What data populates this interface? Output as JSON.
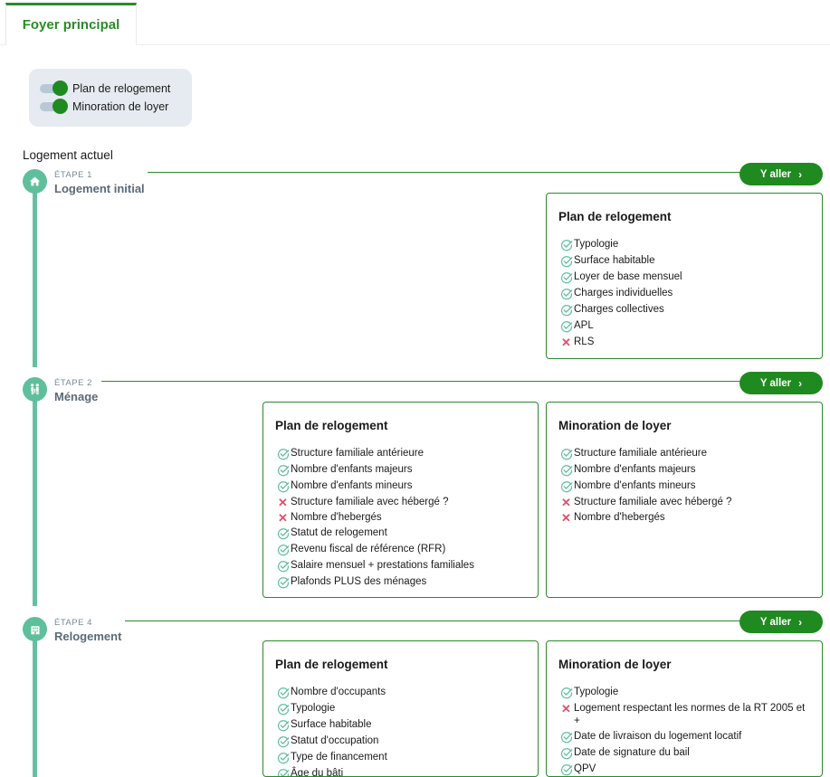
{
  "tabs": [
    {
      "label": "Foyer principal"
    }
  ],
  "toggles": [
    {
      "label": "Plan de relogement",
      "on": true
    },
    {
      "label": "Minoration de loyer",
      "on": true
    }
  ],
  "section_title": "Logement actuel",
  "goto_label": "Y aller",
  "colors": {
    "accent": "#1f8a1f",
    "timeline": "#5fbf9c",
    "cross": "#e0506a",
    "panel": "#e5ebf0"
  },
  "steps": [
    {
      "label": "ÉTAPE 1",
      "name": "Logement initial",
      "icon": "home-icon",
      "cards": [
        {
          "title": "Plan de relogement",
          "items": [
            {
              "text": "Typologie",
              "ok": true
            },
            {
              "text": "Surface habitable",
              "ok": true
            },
            {
              "text": "Loyer de base mensuel",
              "ok": true
            },
            {
              "text": "Charges individuelles",
              "ok": true
            },
            {
              "text": "Charges collectives",
              "ok": true
            },
            {
              "text": "APL",
              "ok": true
            },
            {
              "text": "RLS",
              "ok": false
            }
          ]
        }
      ]
    },
    {
      "label": "ÉTAPE 2",
      "name": "Ménage",
      "icon": "family-icon",
      "cards": [
        {
          "title": "Plan de relogement",
          "items": [
            {
              "text": "Structure familiale antérieure",
              "ok": true
            },
            {
              "text": "Nombre d'enfants majeurs",
              "ok": true
            },
            {
              "text": "Nombre d'enfants mineurs",
              "ok": true
            },
            {
              "text": "Structure familiale avec hébergé ?",
              "ok": false
            },
            {
              "text": "Nombre d'hebergés",
              "ok": false
            },
            {
              "text": "Statut de relogement",
              "ok": true
            },
            {
              "text": "Revenu fiscal de référence (RFR)",
              "ok": true
            },
            {
              "text": "Salaire mensuel + prestations familiales",
              "ok": true
            },
            {
              "text": "Plafonds PLUS des ménages",
              "ok": true
            }
          ]
        },
        {
          "title": "Minoration de loyer",
          "items": [
            {
              "text": "Structure familiale antérieure",
              "ok": true
            },
            {
              "text": "Nombre d'enfants majeurs",
              "ok": true
            },
            {
              "text": "Nombre d'enfants mineurs",
              "ok": true
            },
            {
              "text": "Structure familiale avec hébergé ?",
              "ok": false
            },
            {
              "text": "Nombre d'hebergés",
              "ok": false
            }
          ]
        }
      ]
    },
    {
      "label": "ÉTAPE 4",
      "name": "Relogement",
      "icon": "building-icon",
      "cards": [
        {
          "title": "Plan de relogement",
          "items": [
            {
              "text": "Nombre d'occupants",
              "ok": true
            },
            {
              "text": "Typologie",
              "ok": true
            },
            {
              "text": "Surface habitable",
              "ok": true
            },
            {
              "text": "Statut d'occupation",
              "ok": true
            },
            {
              "text": "Type de financement",
              "ok": true
            },
            {
              "text": "Âge du bâti",
              "ok": true
            }
          ]
        },
        {
          "title": "Minoration de loyer",
          "items": [
            {
              "text": "Typologie",
              "ok": true
            },
            {
              "text": "Logement respectant les normes de la RT 2005 et +",
              "ok": false
            },
            {
              "text": "Date de livraison du logement locatif",
              "ok": true
            },
            {
              "text": "Date de signature du bail",
              "ok": true
            },
            {
              "text": "QPV",
              "ok": true
            }
          ]
        }
      ]
    }
  ]
}
